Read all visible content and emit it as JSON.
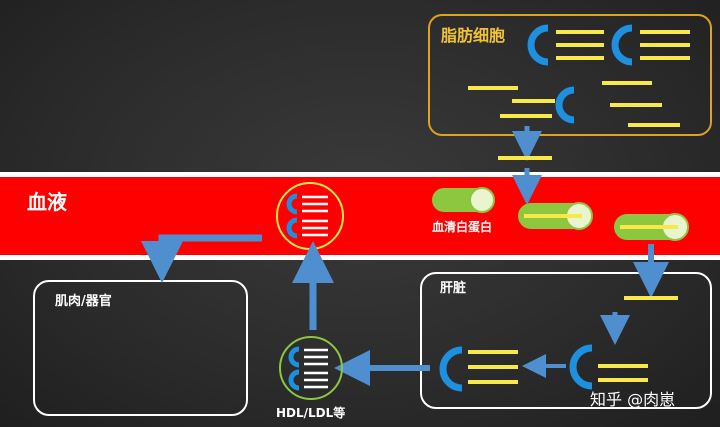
{
  "labels": {
    "blood": "血液",
    "adipocyte": "脂肪细胞",
    "albumin": "血清白蛋白",
    "liver": "肝脏",
    "muscle_organs": "肌肉/器官",
    "lipoproteins": "HDL/LDL等",
    "watermark": "知乎 @肉崽"
  },
  "colors": {
    "blood": "#ff0000",
    "fatty_acid": "#f7e94a",
    "phospholipid_head": "#1e90e0",
    "albumin_green": "#8dc63f",
    "arrow_blue": "#4f8fd0",
    "adipocyte_border": "#e0a31a",
    "label_gold": "#f2c230"
  }
}
